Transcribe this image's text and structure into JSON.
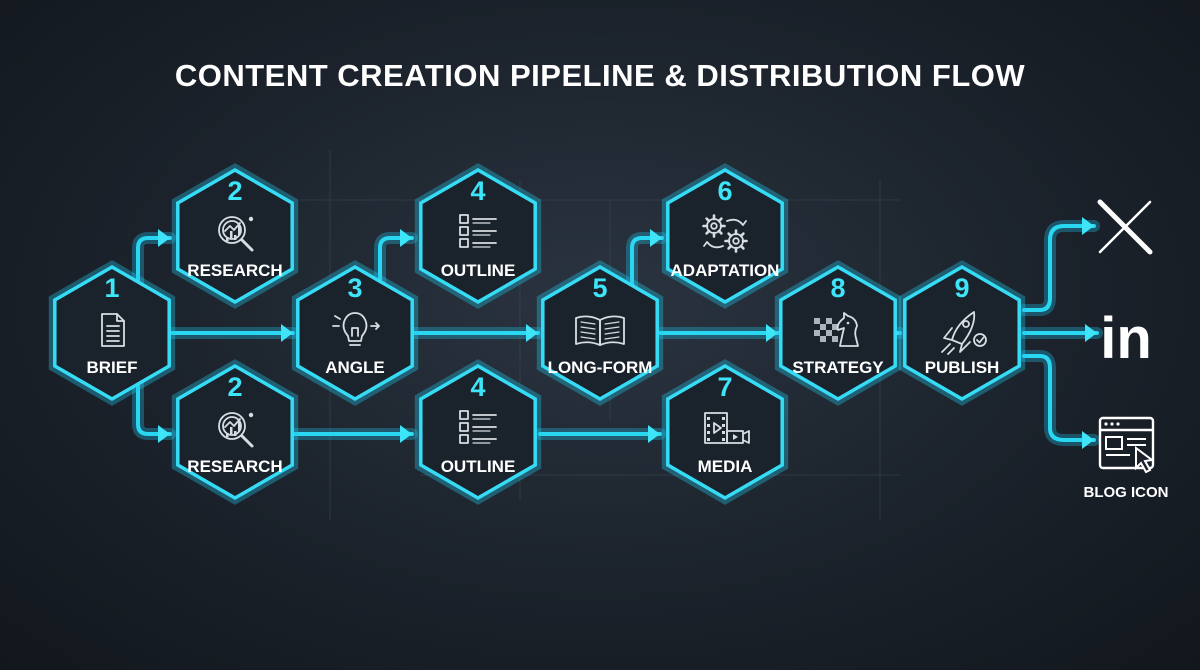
{
  "title": "CONTENT CREATION PIPELINE & DISTRIBUTION FLOW",
  "colors": {
    "accent": "#36dcf5",
    "background": "#1b222b",
    "node_fill": "#1a222b",
    "text": "#ffffff"
  },
  "nodes": [
    {
      "id": "brief",
      "number": "1",
      "label": "BRIEF",
      "icon": "document-icon"
    },
    {
      "id": "research-top",
      "number": "2",
      "label": "RESEARCH",
      "icon": "magnifier-chart-icon"
    },
    {
      "id": "research-bottom",
      "number": "2",
      "label": "RESEARCH",
      "icon": "magnifier-chart-icon"
    },
    {
      "id": "angle",
      "number": "3",
      "label": "ANGLE",
      "icon": "lightbulb-icon"
    },
    {
      "id": "outline-top",
      "number": "4",
      "label": "OUTLINE",
      "icon": "checklist-icon"
    },
    {
      "id": "outline-bottom",
      "number": "4",
      "label": "OUTLINE",
      "icon": "checklist-icon"
    },
    {
      "id": "long-form",
      "number": "5",
      "label": "LONG-FORM",
      "icon": "open-book-icon"
    },
    {
      "id": "adaptation",
      "number": "6",
      "label": "ADAPTATION",
      "icon": "gears-cycle-icon"
    },
    {
      "id": "media",
      "number": "7",
      "label": "MEDIA",
      "icon": "video-film-icon"
    },
    {
      "id": "strategy",
      "number": "8",
      "label": "STRATEGY",
      "icon": "chess-knight-icon"
    },
    {
      "id": "publish",
      "number": "9",
      "label": "PUBLISH",
      "icon": "rocket-icon"
    }
  ],
  "outputs": [
    {
      "id": "x",
      "text": "X",
      "icon": "x-logo-icon"
    },
    {
      "id": "linkedin",
      "text": "in",
      "icon": "linkedin-logo-icon"
    },
    {
      "id": "blog",
      "text": "BLOG ICON",
      "icon": "browser-cursor-icon"
    }
  ]
}
